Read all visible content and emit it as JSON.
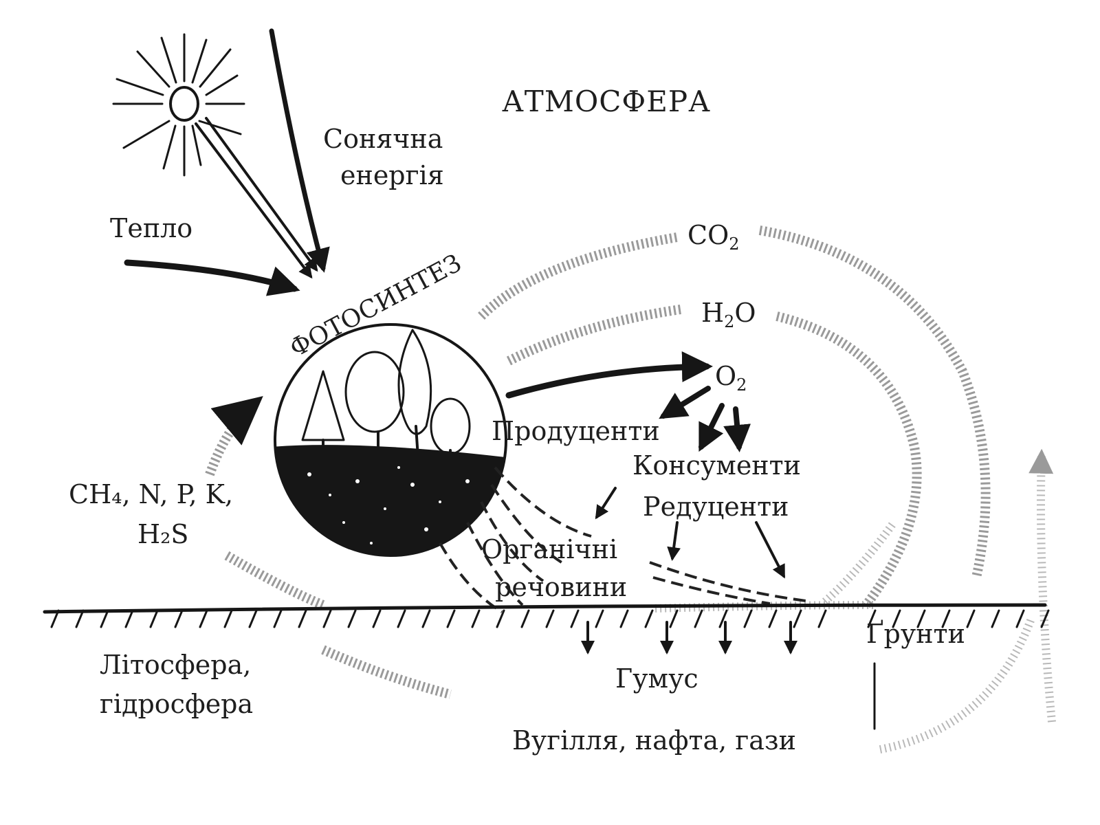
{
  "labels": {
    "atmosphere": "АТМОСФЕРА",
    "solar_energy_1": "Сонячна",
    "solar_energy_2": "енергія",
    "heat": "Тепло",
    "photosynthesis": "ФОТОСИНТЕЗ",
    "co2_base": "CO",
    "co2_sub": "2",
    "h2o_h": "H",
    "h2o_sub": "2",
    "h2o_o": "O",
    "o2_base": "O",
    "o2_sub": "2",
    "producers": "Продуценти",
    "consumers": "Консументи",
    "reducers": "Редуценти",
    "organic_1": "Органічні",
    "organic_2": "речовини",
    "elements_1": "CH₄, N, P, K,",
    "elements_2": "H₂S",
    "soils": "Ґрунти",
    "humus": "Гумус",
    "lithosphere_1": "Літосфера,",
    "lithosphere_2": "гідросфера",
    "fossil": "Вугілля, нафта, гази"
  },
  "icons": {
    "sun": "sun-icon",
    "trees": "tree-icon",
    "arrows": "arrow-icon"
  },
  "colors": {
    "ink": "#161616",
    "hatch": "#9a9a9a",
    "background": "#ffffff"
  }
}
